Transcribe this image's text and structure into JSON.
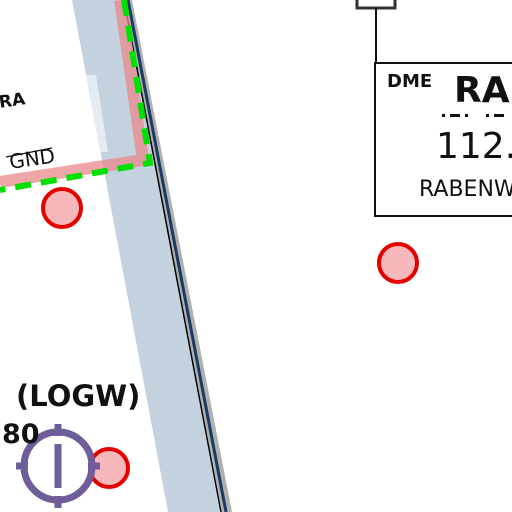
{
  "airspace": {
    "partial_label": "RA",
    "lower_limit": "GND"
  },
  "airfield": {
    "name_partial": "(LOGW)",
    "elevation_partial": "80"
  },
  "dme_station": {
    "type": "DME",
    "ident_partial": "RA",
    "frequency_partial": "112.",
    "name_partial": "RABENW"
  },
  "colors": {
    "airspace_band": "#c4d2e0",
    "airspace_edge_red": "#e8888a",
    "boundary_green_dashed": "#00e000",
    "boundary_navy": "#1a3a66",
    "boundary_gray": "#b0b0b0",
    "reporting_point_fill": "#f7b8bb",
    "reporting_point_stroke": "#e50000",
    "airfield_symbol": "#6f5d9a"
  }
}
